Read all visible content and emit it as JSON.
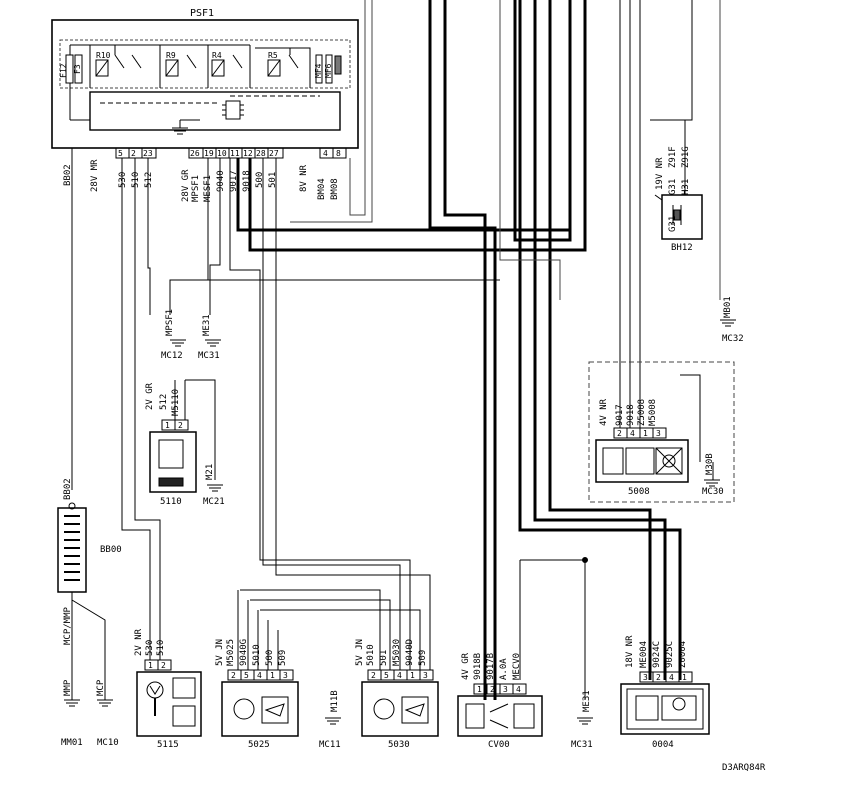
{
  "modules": {
    "psf1": {
      "name": "PSF1"
    },
    "bh12": {
      "name": "BH12"
    },
    "m5110": {
      "name": "5110"
    },
    "m5008": {
      "name": "5008"
    },
    "m5115": {
      "name": "5115"
    },
    "m5025": {
      "name": "5025"
    },
    "m5030": {
      "name": "5030"
    },
    "cv00": {
      "name": "CV00"
    },
    "m0004": {
      "name": "0004"
    },
    "bb00": {
      "name": "BB00"
    }
  },
  "psf1_inner": {
    "f12": "F12",
    "f3": "F3",
    "r10": "R10",
    "r9": "R9",
    "r4": "R4",
    "r5": "R5",
    "mf4": "MF4",
    "mf6": "MF6"
  },
  "psf1_connectors": {
    "c28v_mr": "28V MR",
    "c28v_gr": "28V GR",
    "c8v_nr": "8V NR",
    "pins_a": [
      "5",
      "2",
      "23"
    ],
    "pins_b": [
      "26",
      "19",
      "10",
      "11",
      "12",
      "28",
      "27"
    ],
    "pins_c": [
      "4",
      "8"
    ]
  },
  "wires": {
    "bb02_top": "BB02",
    "w530": "530",
    "w510": "510",
    "w512": "512",
    "mpsf1": "MPSF1",
    "mesf1": "MESF1",
    "w9040": "9040",
    "w9017": "9017",
    "w9018": "9018",
    "w500": "500",
    "w501": "501",
    "bm04": "BM04",
    "bm08": "BM08"
  },
  "bh12_conn": {
    "cap": "19V NR",
    "w1": "Z91F",
    "w2": "Z91G",
    "p1": "G31",
    "p2": "H31",
    "inner": "G31"
  },
  "grounds": {
    "mb01": "MB01",
    "mc32": "MC32",
    "mpsf1_g": "MPSF1",
    "mc12": "MC12",
    "me31_a": "ME31",
    "mc31_a": "MC31",
    "m21": "M21",
    "mc21": "MC21",
    "m30b": "M30B",
    "mc30": "MC30",
    "mmp": "MMP",
    "mm01": "MM01",
    "mcp": "MCP",
    "mc10": "MC10",
    "m11b": "M11B",
    "mc11": "MC11",
    "me31_b": "ME31",
    "mc31_b": "MC31"
  },
  "m5110_conn": {
    "cap": "2V GR",
    "w1": "512",
    "w2": "M5110",
    "p1": "1",
    "p2": "2"
  },
  "m5008_conn": {
    "cap": "4V NR",
    "w1": "9017",
    "w2": "9018",
    "w3": "Z5008",
    "w4": "M5008",
    "p1": "2",
    "p2": "4",
    "p3": "1",
    "p4": "3"
  },
  "bb00_labels": {
    "top": "BB02",
    "mid": "MCP/MMP"
  },
  "m5115_conn": {
    "cap": "2V NR",
    "w1": "530",
    "w2": "510",
    "p1": "1",
    "p2": "2"
  },
  "m5025_conn": {
    "cap": "5V JN",
    "w": [
      "M5025",
      "9040G",
      "5010",
      "500",
      "509"
    ],
    "p": [
      "2",
      "5",
      "4",
      "1",
      "3"
    ]
  },
  "m5030_conn": {
    "cap": "5V JN",
    "w": [
      "5010",
      "501",
      "M5030",
      "9040D",
      "509"
    ],
    "p": [
      "2",
      "5",
      "4",
      "1",
      "3"
    ]
  },
  "cv00_conn": {
    "cap": "4V GR",
    "w": [
      "9018B",
      "9017B",
      "A.0A",
      "MECV0"
    ],
    "p": [
      "1",
      "2",
      "3",
      "4"
    ]
  },
  "m0004_conn": {
    "cap": "18V NR",
    "w": [
      "ME004",
      "9024C",
      "9025C",
      "Z0004"
    ],
    "p": [
      "3",
      "2",
      "4",
      "1"
    ]
  },
  "reference": "D3ARQ84R",
  "colors": {
    "line": "#000000",
    "thin": "#444444",
    "bg": "#ffffff"
  }
}
